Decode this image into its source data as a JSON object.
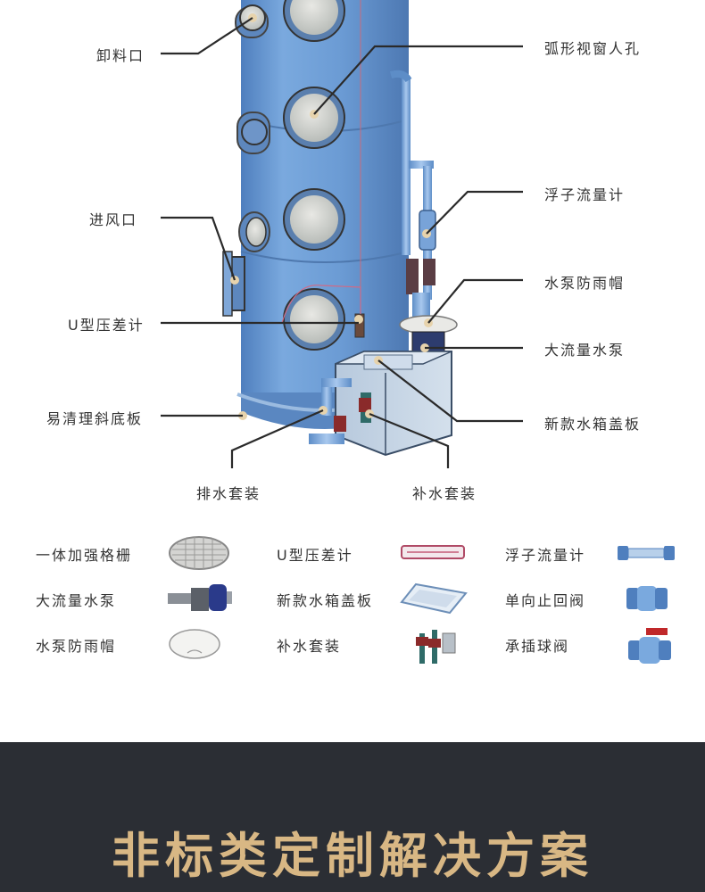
{
  "callouts": {
    "discharge_port": "卸料口",
    "arc_window_manhole": "弧形视窗人孔",
    "float_flowmeter": "浮子流量计",
    "air_inlet": "进风口",
    "pump_rain_cap": "水泵防雨帽",
    "u_manometer": "U型压差计",
    "high_flow_pump": "大流量水泵",
    "inclined_bottom": "易清理斜底板",
    "tank_cover": "新款水箱盖板",
    "drain_kit": "排水套装",
    "refill_kit": "补水套装"
  },
  "parts": [
    {
      "label": "一体加强格栅",
      "icon": "grille-icon"
    },
    {
      "label": "U型压差计",
      "icon": "u-manometer-icon"
    },
    {
      "label": "浮子流量计",
      "icon": "flowmeter-icon"
    },
    {
      "label": "大流量水泵",
      "icon": "pump-icon"
    },
    {
      "label": "新款水箱盖板",
      "icon": "tank-cover-icon"
    },
    {
      "label": "单向止回阀",
      "icon": "check-valve-icon"
    },
    {
      "label": "水泵防雨帽",
      "icon": "rain-cap-icon"
    },
    {
      "label": "补水套装",
      "icon": "refill-kit-icon"
    },
    {
      "label": "承插球阀",
      "icon": "ball-valve-icon"
    }
  ],
  "footer": {
    "title": "非标类定制解决方案"
  },
  "colors": {
    "tower": "#6f9fd6",
    "tower_shadow": "#5582bd",
    "tank": "#c3d3e4",
    "leader": "#2a2a2a",
    "footer_bg": "#2b2e34",
    "footer_text": "#d8b784"
  }
}
